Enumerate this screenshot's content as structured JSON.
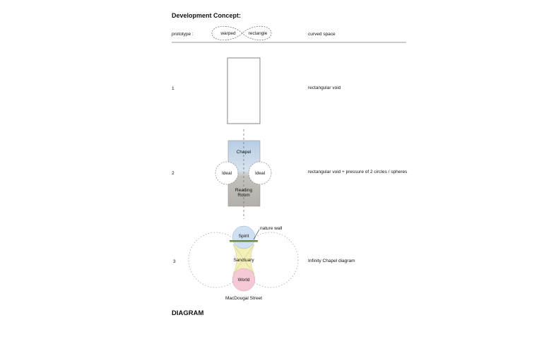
{
  "title": "Development Concept:",
  "prototype": {
    "label": "prototype :",
    "left_loop": "warped",
    "right_loop": "rectangle",
    "description": "curved space"
  },
  "steps": [
    {
      "number": "1",
      "description": "rectangular void"
    },
    {
      "number": "2",
      "description": "rectangular void + pressure of 2 circles / spheres",
      "labels": {
        "top": "Chapel",
        "left": "Ideal",
        "right": "Ideal",
        "bottom_line1": "Reading",
        "bottom_line2": "Room"
      }
    },
    {
      "number": "3",
      "description": "Infinity Chapel diagram",
      "labels": {
        "top": "Spirit",
        "middle": "Sanctuary",
        "bottom": "World",
        "annotation": "nature wall",
        "street": "MacDougal Street"
      }
    }
  ],
  "footer": "DIAGRAM",
  "colors": {
    "spirit": "#cfe0f3",
    "world": "#f5c9d3",
    "sanctuary": "#f3f0b5",
    "nature_wall": "#6a8a4a",
    "chapel_sky": "#b9cde3",
    "reading_room": "#b9b6b2"
  }
}
